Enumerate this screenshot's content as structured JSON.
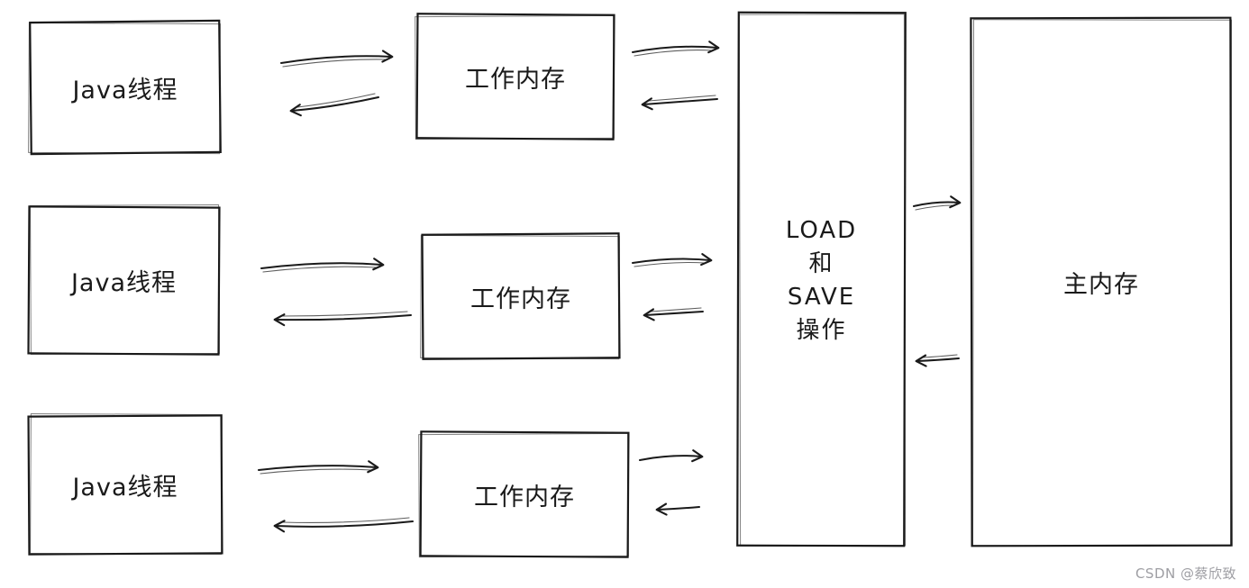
{
  "diagram": {
    "java_threads": [
      {
        "label": "Java线程"
      },
      {
        "label": "Java线程"
      },
      {
        "label": "Java线程"
      }
    ],
    "working_memories": [
      {
        "label": "工作内存"
      },
      {
        "label": "工作内存"
      },
      {
        "label": "工作内存"
      }
    ],
    "load_save": {
      "lines": [
        "LOAD",
        "和",
        "SAVE",
        "操作"
      ]
    },
    "main_memory": {
      "label": "主内存"
    },
    "watermark": "CSDN @蔡欣致",
    "colors": {
      "stroke": "#1a1a1a",
      "background": "#ffffff",
      "watermark": "#9e9ea3"
    }
  }
}
